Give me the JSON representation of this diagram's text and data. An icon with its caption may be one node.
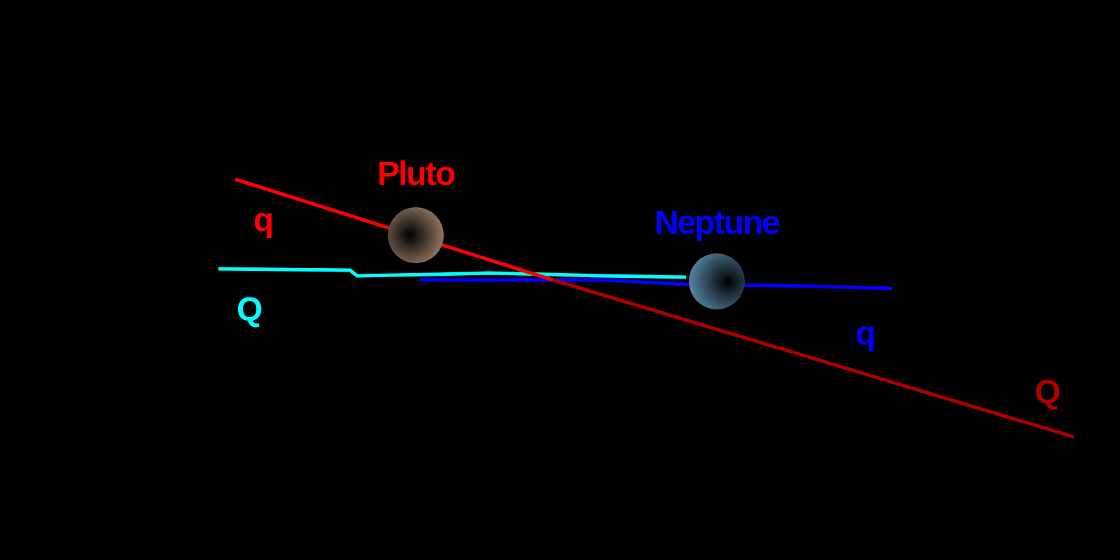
{
  "diagram": {
    "nodes": [
      {
        "text": [
          "Pluto"
        ]
      },
      {
        "text": [
          "Neptune"
        ]
      }
    ],
    "labels": [
      "q",
      "Q",
      "q",
      "Q"
    ]
  }
}
